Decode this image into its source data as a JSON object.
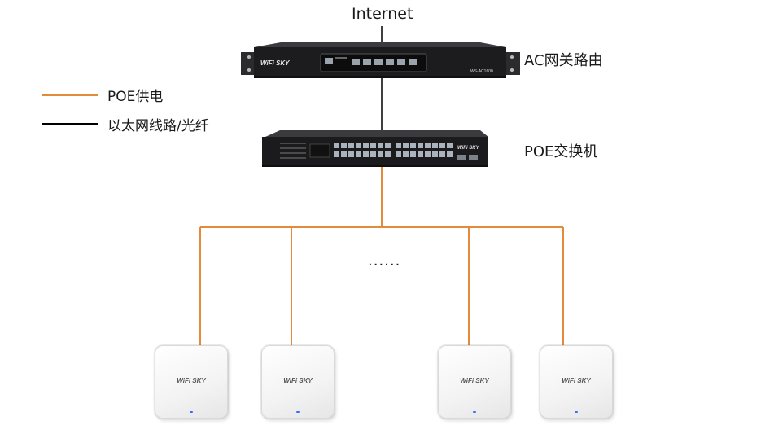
{
  "labels": {
    "internet": "Internet",
    "ac_router": "AC网关路由",
    "poe_switch": "POE交换机",
    "ellipsis": "......"
  },
  "legend": {
    "poe_power": "POE供电",
    "ethernet_fiber": "以太网线路/光纤"
  },
  "devices": {
    "router_brand": "WiFi SKY",
    "router_model": "WS-AC1600",
    "switch_brand": "WiFi SKY",
    "ap_brand": "WiFi SKY"
  },
  "colors": {
    "poe_line": "#e38a3b",
    "ethernet_line": "#000000",
    "device_body": "#1c1c1f",
    "ap_led": "#3a6cff"
  }
}
